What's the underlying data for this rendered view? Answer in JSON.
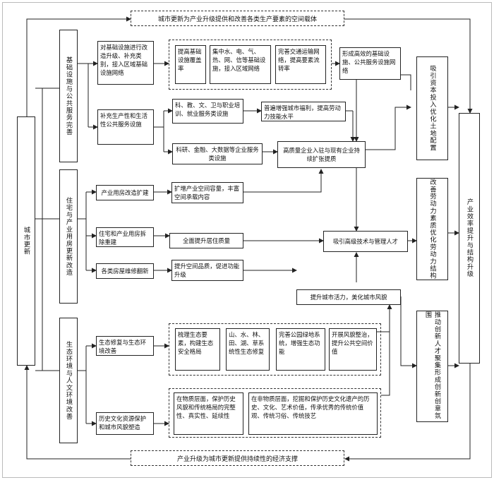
{
  "top_banner": "城市更新为产业升级提供和改善各类生产要素的空间载体",
  "bottom_banner": "产业升级为城市更新提供持续性的经济支撑",
  "left_main": "城市更新",
  "right_main": "产业效率提升与结构升级",
  "categories": {
    "infrastructure": "基础设施与公共服务完善",
    "housing": "住宅与产业用房更新改造",
    "ecology": "生态环境与人文环境改善"
  },
  "actions": {
    "infra_upgrade": "对基础设施进行改造升级、补充类别，接入区域基础设施网络",
    "public_service": "补充生产性和生活性公共服务设施",
    "industrial_expand": "产业用房改造扩建",
    "demolish": "住宅和产业用房拆除重建",
    "repair": "各类房屋维修翻新",
    "eco_restore": "生态修复与生态环境改善",
    "heritage": "历史文化资源保护和城市风貌塑造"
  },
  "infra_details": [
    "提高基础设施覆盖率",
    "集中水、电、气、热、网、信等基础设施，接入区域网络",
    "完善交通运输网络，提高要素流转率"
  ],
  "service_details": {
    "education": "科、教、文、卫与职业培训、就业服务类设施",
    "research": "科研、金融、大数据等企业服务类设施"
  },
  "mid_results": {
    "efficient_network": "形成高效的基础设施、公共服务设施网络",
    "welfare": "普遍增强城市福利，提高劳动力技能水平",
    "enterprise": "高质量企业入驻与现有企业持续扩张提质",
    "capacity": "扩增产业空间容量，丰富空间承载内容",
    "living_quality": "全面提升居住质量",
    "talent": "吸引高级技术与管理人才",
    "space_quality": "提升空间品质，促进功能升级",
    "vitality": "提升城市活力，美化城市风貌"
  },
  "eco_details": [
    "梳理生态要素，构建生态安全格局",
    "山、水、林、田、湖、草系统性生态修复",
    "完善公园绿地系统，增强生态功能",
    "开展风貌整治，提升公共空间价值"
  ],
  "heritage_details": {
    "material": "在物质层面，保护历史风貌和传统格局的完整性、真实性、延续性",
    "immaterial": "在非物质层面，挖掘和保护历史文化遗产的历史、文化、艺术价值，传承优秀的传统价值观、传统习俗、传统技艺"
  },
  "outcomes": {
    "capital": "吸引资本投入优化土地配置",
    "labor": "改善劳动力素质优化劳动力结构",
    "innovation": "推动创新人才聚集形成创新创意氛围"
  }
}
